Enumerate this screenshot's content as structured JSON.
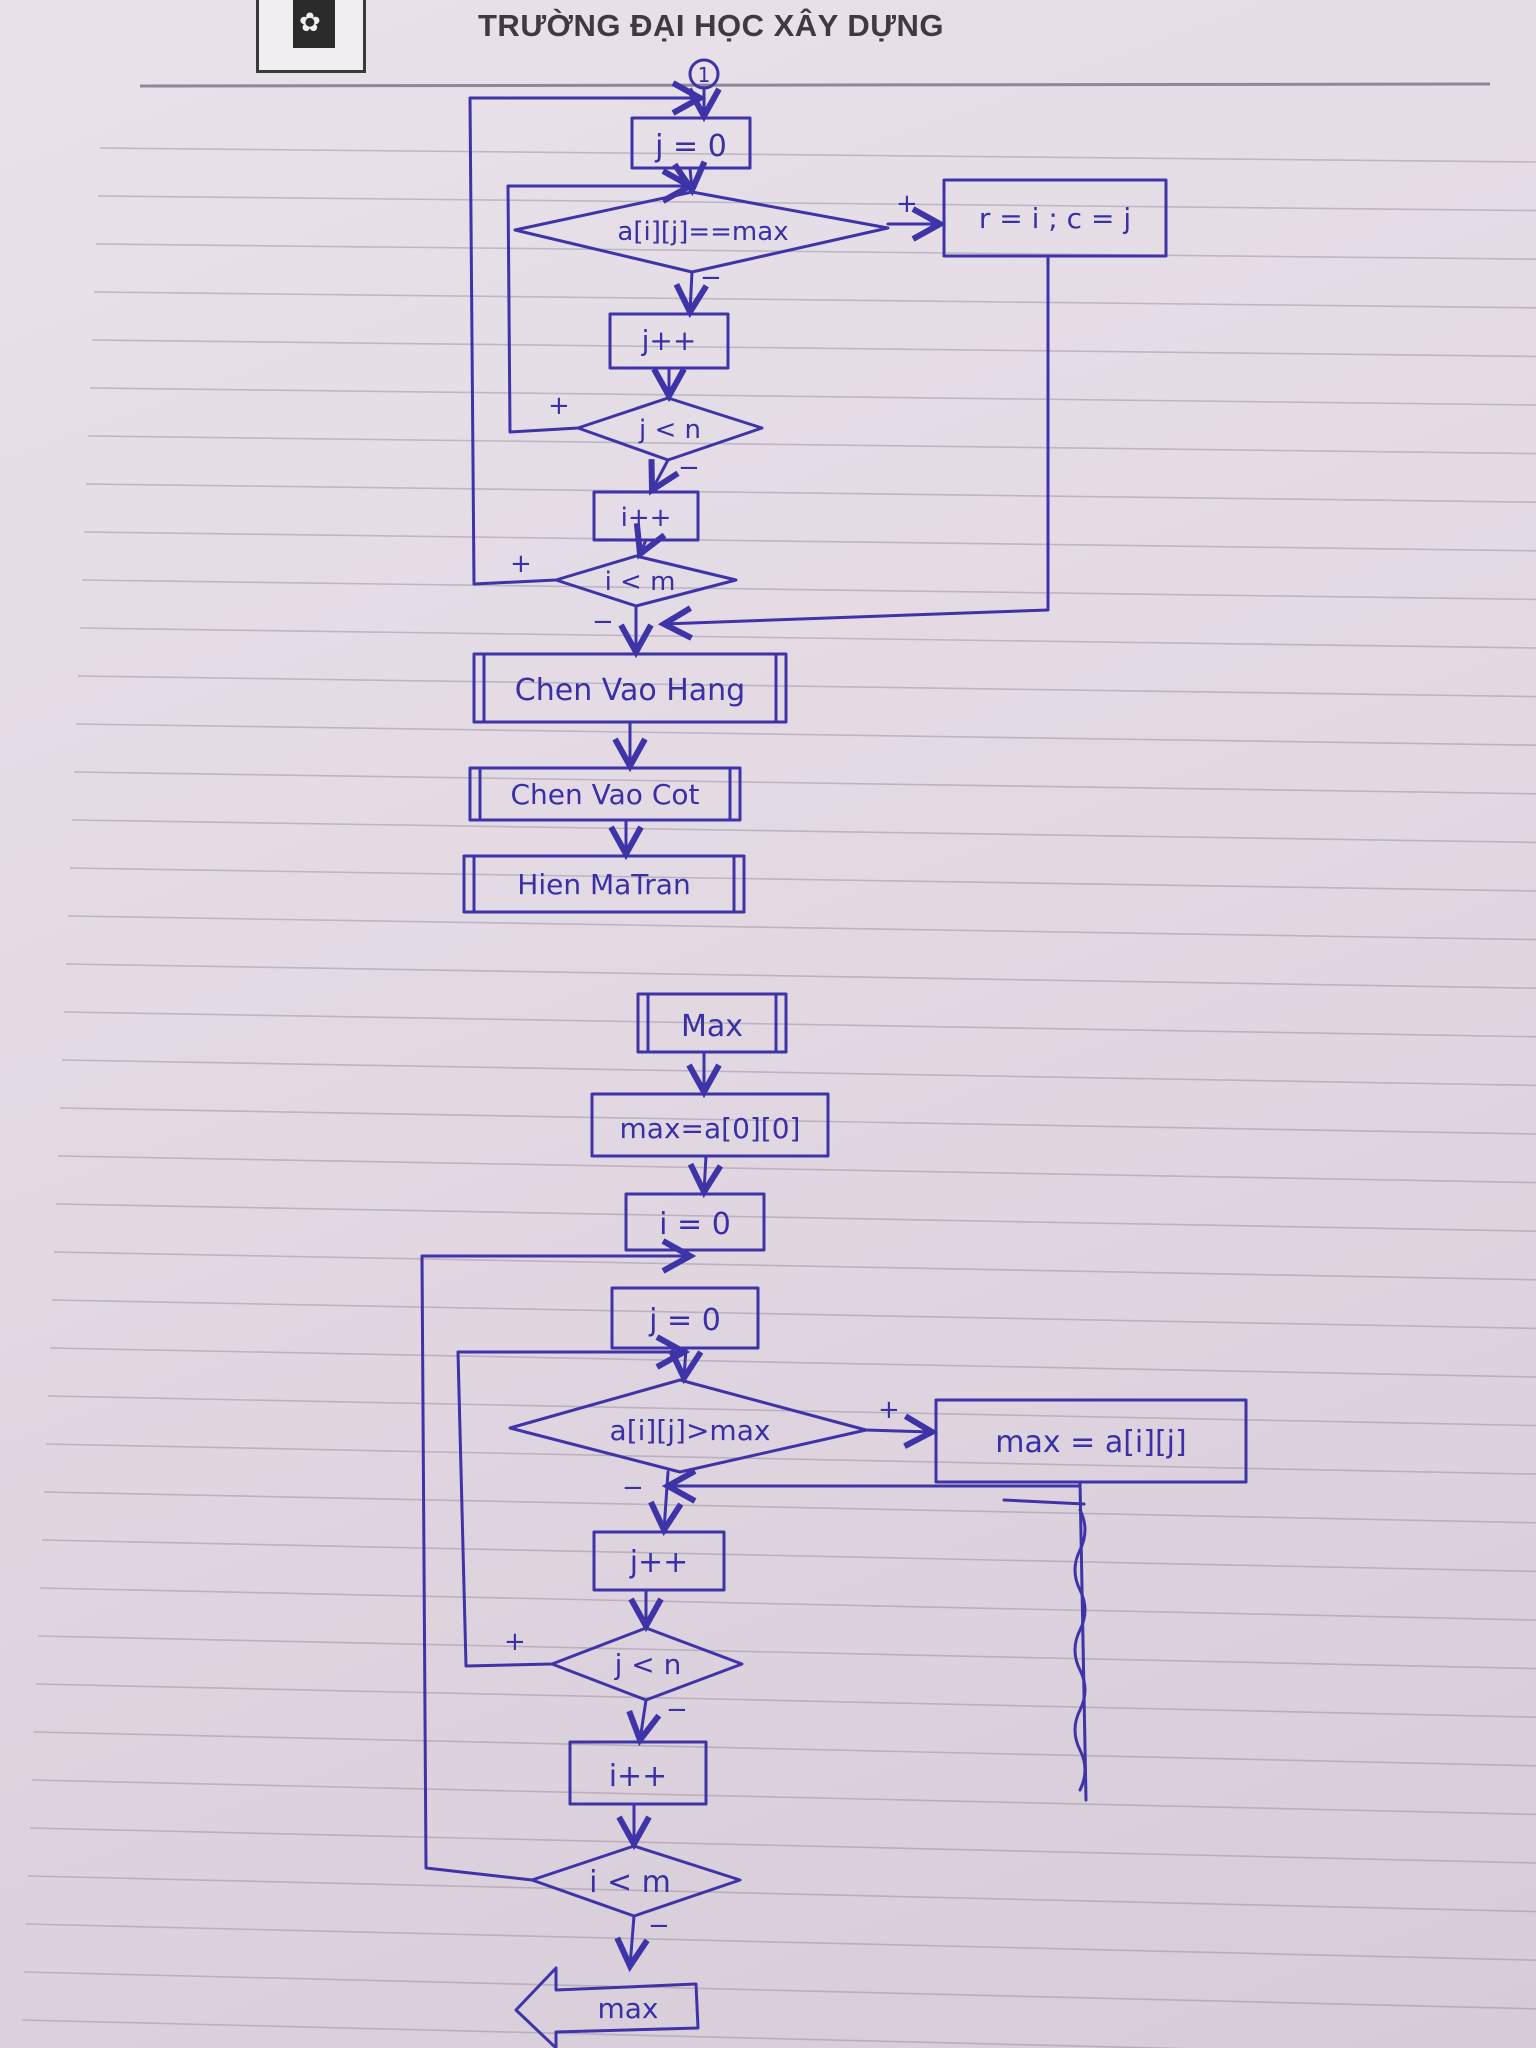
{
  "header": {
    "institution": "TRƯỜNG ĐẠI HỌC XÂY DỰNG"
  },
  "colors": {
    "ink": "#3f33a8",
    "paper": "#e6dee7",
    "rule_line": "#8f8796"
  },
  "icons": {
    "logo": "university-logo-icon"
  },
  "flowchart_top": {
    "connector": "1",
    "init_j": "j = 0",
    "cond_equal": "a[i][j]==max",
    "assign_rc": "r = i ; c = j",
    "inc_j": "j++",
    "cond_j": "j < n",
    "inc_i": "i++",
    "cond_i": "i < m",
    "call_row": "Chen Vao Hang",
    "call_col": "Chen Vao Cot",
    "call_show": "Hien MaTran",
    "plus": "+",
    "minus": "−"
  },
  "flowchart_bottom": {
    "func_name": "Max",
    "init_max": "max=a[0][0]",
    "init_i": "i = 0",
    "init_j": "j = 0",
    "cond_greater": "a[i][j]>max",
    "assign_max": "max = a[i][j]",
    "inc_j": "j++",
    "cond_j": "j < n",
    "inc_i": "i++",
    "cond_i": "i < m",
    "return_val": "max",
    "plus": "+",
    "minus": "−"
  }
}
